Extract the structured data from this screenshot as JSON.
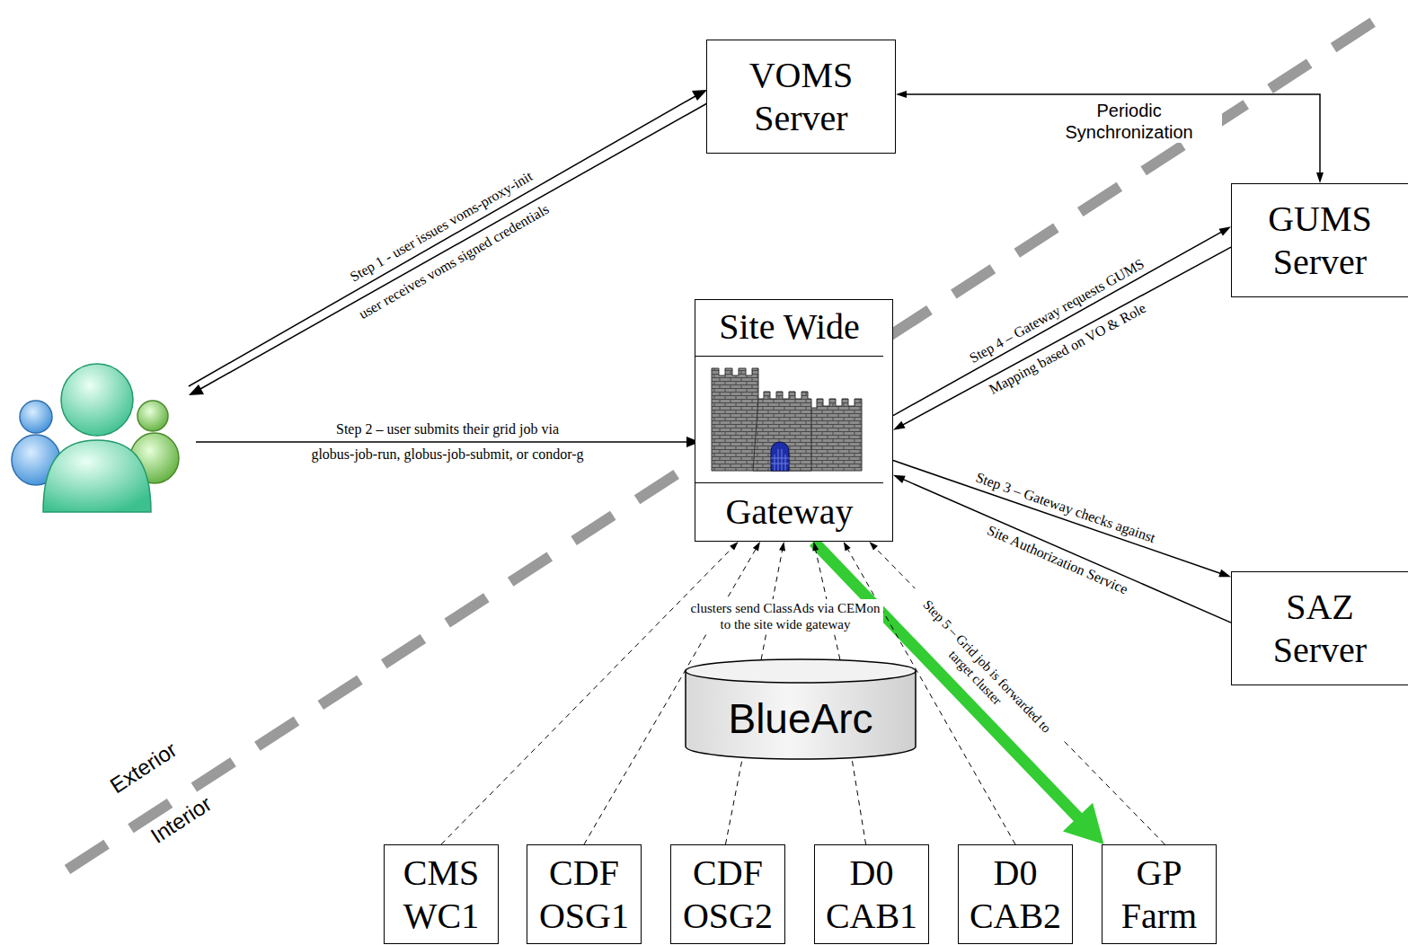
{
  "diagram": {
    "nodes": [
      {
        "text": [
          "VOMS Server"
        ]
      },
      {
        "text": [
          "GUMS Server"
        ]
      },
      {
        "text": [
          "Site Wide",
          "Gateway"
        ]
      },
      {
        "text": [
          "SAZ Server"
        ]
      },
      {
        "text": [
          "BlueArc"
        ]
      },
      {
        "text": [
          "CMS WC1"
        ]
      },
      {
        "text": [
          "CDF OSG1"
        ]
      },
      {
        "text": [
          "CDF OSG2"
        ]
      },
      {
        "text": [
          "D0 CAB1"
        ]
      },
      {
        "text": [
          "D0 CAB2"
        ]
      },
      {
        "text": [
          "GP Farm"
        ]
      }
    ],
    "edges": [
      {
        "from": 0,
        "to": 1,
        "arrow": "both",
        "label": "Periodic Synchronization"
      },
      {
        "from": 2,
        "to": 1,
        "arrow": "to",
        "label": "Step 4 – Gateway requests GUMS"
      },
      {
        "from": 1,
        "to": 2,
        "arrow": "to",
        "label": "Mapping based on VO & Role"
      },
      {
        "from": 2,
        "to": 3,
        "arrow": "to",
        "label": "Step 3 – Gateway checks against"
      },
      {
        "from": 3,
        "to": 2,
        "arrow": "to",
        "label": "Site Authorization Service"
      },
      {
        "from": 2,
        "to": 10,
        "arrow": "to",
        "label": "Step 5 – Grid job is forwarded to target cluster"
      },
      {
        "from": 5,
        "to": 2,
        "arrow": "to"
      },
      {
        "from": 6,
        "to": 2,
        "arrow": "to"
      },
      {
        "from": 4,
        "to": 2,
        "arrow": "to"
      },
      {
        "from": 4,
        "to": 2,
        "arrow": "to"
      },
      {
        "from": 7,
        "to": 4,
        "arrow": "none"
      },
      {
        "from": 8,
        "to": 4,
        "arrow": "none"
      },
      {
        "from": 9,
        "to": 2,
        "arrow": "to"
      },
      {
        "from": 10,
        "to": 2,
        "arrow": "to"
      }
    ],
    "labels": [
      "Step 1 - user issues voms-proxy-init",
      "user receives voms signed credentials",
      "Step 2 – user submits their grid job via",
      "globus-job-run, globus-job-submit, or condor-g",
      "clusters send ClassAds via CEMon to the site wide gateway",
      "Exterior",
      "Interior"
    ]
  }
}
